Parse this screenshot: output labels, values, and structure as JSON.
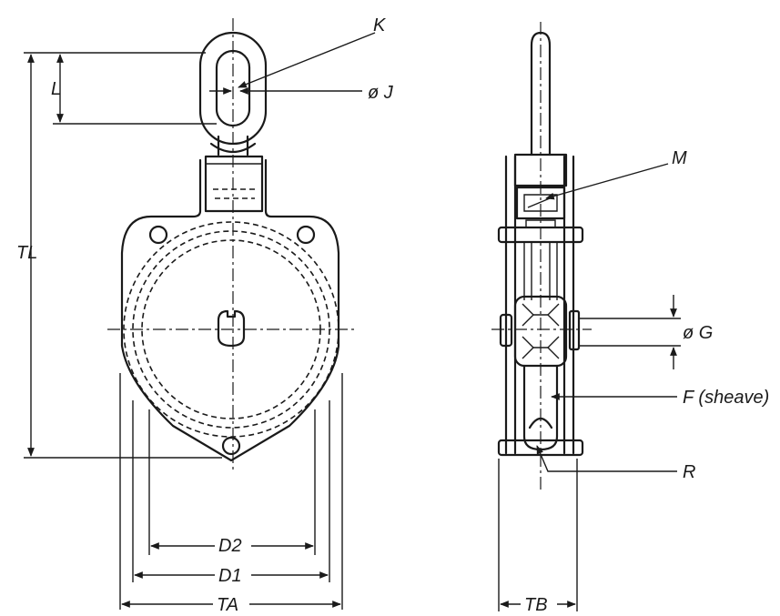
{
  "labels": {
    "K": "K",
    "J": "ø J",
    "L": "L",
    "TL": "TL",
    "M": "M",
    "G": "ø G",
    "F": "F (sheave)",
    "R": "R",
    "D2": "D2",
    "D1": "D1",
    "TA": "TA",
    "TB": "TB"
  }
}
